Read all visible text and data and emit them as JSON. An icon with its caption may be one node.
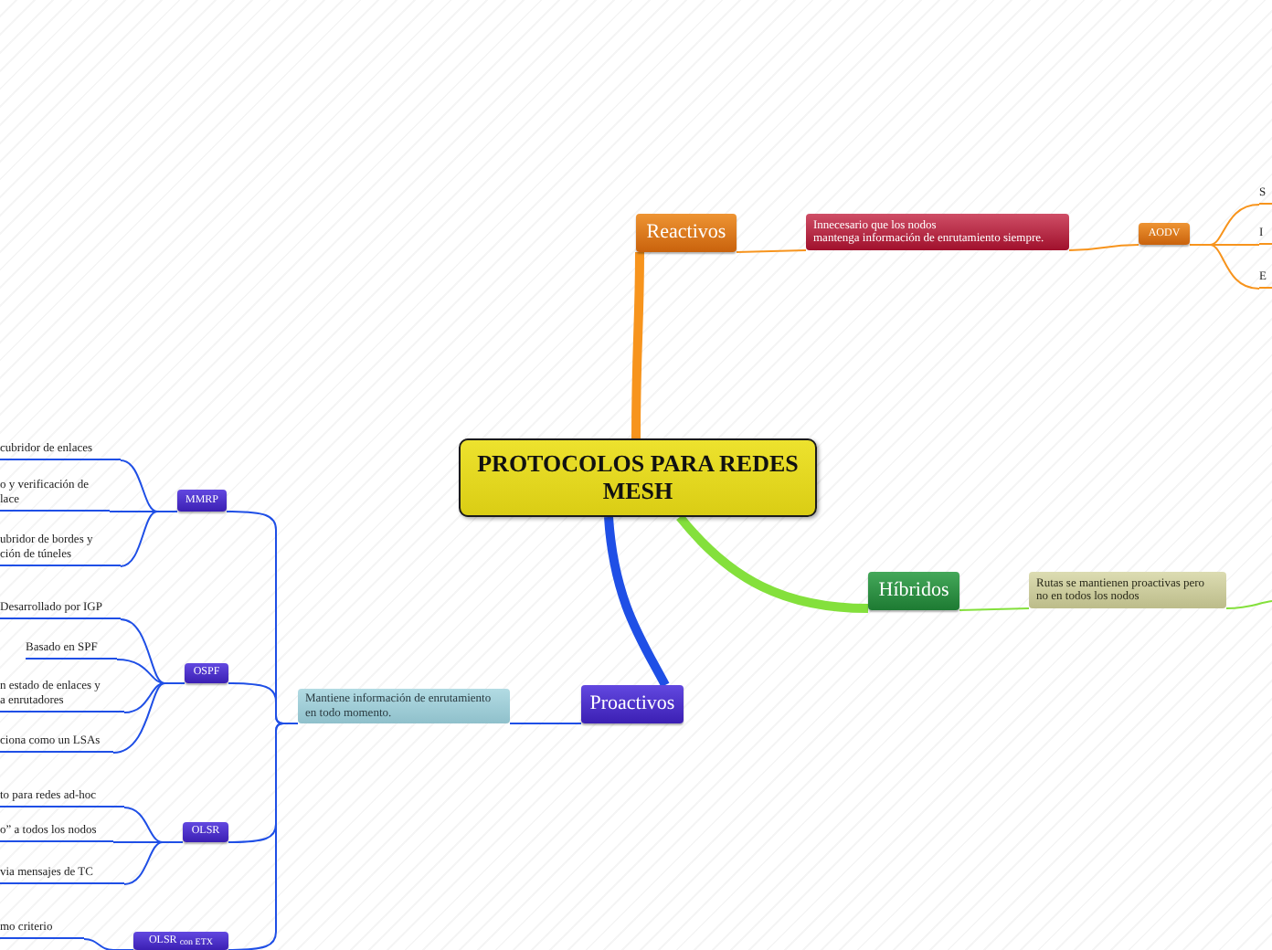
{
  "diagram": {
    "nodes": [
      {
        "text": [
          "PROTOCOLOS PARA REDES MESH"
        ]
      },
      {
        "text": [
          "Reactivos"
        ]
      },
      {
        "text": [
          "Innecesario que los nodos mantenga información de enrutamiento siempre."
        ]
      },
      {
        "text": [
          "AODV"
        ]
      },
      {
        "text": [
          "S"
        ]
      },
      {
        "text": [
          "I"
        ]
      },
      {
        "text": [
          "E"
        ]
      },
      {
        "text": [
          "Híbridos"
        ]
      },
      {
        "text": [
          "Rutas se mantienen proactivas pero no en todos los nodos"
        ]
      },
      {
        "text": [
          "Proactivos"
        ]
      },
      {
        "text": [
          "Mantiene información de enrutamiento en todo momento."
        ]
      },
      {
        "text": [
          "MMRP"
        ]
      },
      {
        "text": [
          "cubridor de enlaces"
        ]
      },
      {
        "text": [
          "o y verificación de lace"
        ]
      },
      {
        "text": [
          "ubridor de bordes y ción de túneles"
        ]
      },
      {
        "text": [
          "OSPF"
        ]
      },
      {
        "text": [
          "Desarrollado por IGP"
        ]
      },
      {
        "text": [
          "Basado en SPF"
        ]
      },
      {
        "text": [
          "n estado de enlaces y a enrutadores"
        ]
      },
      {
        "text": [
          "ciona como un LSAs"
        ]
      },
      {
        "text": [
          "OLSR"
        ]
      },
      {
        "text": [
          "to para redes ad-hoc"
        ]
      },
      {
        "text": [
          "o” a todos los nodos"
        ]
      },
      {
        "text": [
          "via mensajes de TC"
        ]
      },
      {
        "text": [
          "OLSR $_{con ETX}$"
        ]
      },
      {
        "text": [
          "mo criterio"
        ]
      }
    ],
    "edges": [
      {
        "from": 0,
        "to": 1,
        "arrow": "none",
        "style": "thick",
        "color": "#f7941d"
      },
      {
        "from": 1,
        "to": 2,
        "arrow": "none",
        "color": "#f7941d"
      },
      {
        "from": 2,
        "to": 3,
        "arrow": "none",
        "color": "#f7941d"
      },
      {
        "from": 3,
        "to": 4,
        "arrow": "none",
        "color": "#f7941d"
      },
      {
        "from": 3,
        "to": 5,
        "arrow": "none",
        "color": "#f7941d"
      },
      {
        "from": 3,
        "to": 6,
        "arrow": "none",
        "color": "#f7941d"
      },
      {
        "from": 0,
        "to": 7,
        "arrow": "none",
        "style": "thick",
        "color": "#84e03c"
      },
      {
        "from": 7,
        "to": 8,
        "arrow": "none",
        "color": "#84e03c"
      },
      {
        "from": 8,
        "to": null,
        "arrow": "none",
        "color": "#84e03c"
      },
      {
        "from": 0,
        "to": 9,
        "arrow": "none",
        "style": "thick"
      },
      {
        "from": 9,
        "to": 10,
        "arrow": "none"
      },
      {
        "from": 10,
        "to": 11,
        "arrow": "none"
      },
      {
        "from": 11,
        "to": 12,
        "arrow": "none"
      },
      {
        "from": 11,
        "to": 13,
        "arrow": "none"
      },
      {
        "from": 11,
        "to": 14,
        "arrow": "none"
      },
      {
        "from": 10,
        "to": 15,
        "arrow": "none"
      },
      {
        "from": 15,
        "to": 16,
        "arrow": "none"
      },
      {
        "from": 15,
        "to": 17,
        "arrow": "none"
      },
      {
        "from": 15,
        "to": 18,
        "arrow": "none"
      },
      {
        "from": 15,
        "to": 19,
        "arrow": "none"
      },
      {
        "from": 10,
        "to": 20,
        "arrow": "none"
      },
      {
        "from": 20,
        "to": 21,
        "arrow": "none"
      },
      {
        "from": 20,
        "to": 22,
        "arrow": "none"
      },
      {
        "from": 20,
        "to": 23,
        "arrow": "none"
      },
      {
        "from": 10,
        "to": 24,
        "arrow": "none"
      },
      {
        "from": 24,
        "to": 25,
        "arrow": "none"
      }
    ]
  }
}
